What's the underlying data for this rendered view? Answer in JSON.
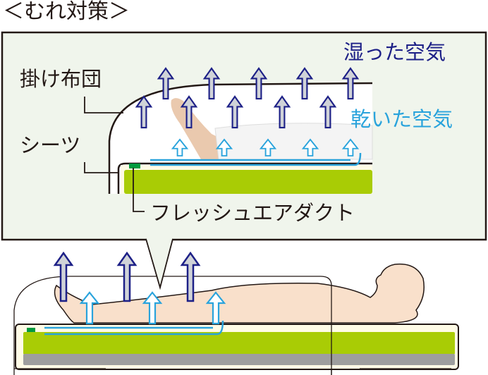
{
  "title": "＜むれ対策＞",
  "labels": {
    "blanket": "掛け布団",
    "sheet": "シーツ",
    "duct": "フレッシュエアダクト",
    "humid_air": "湿った空気",
    "dry_air": "乾いた空気"
  },
  "colors": {
    "humid_air": "#1d2087",
    "dry_air": "#29a3dc",
    "mattress_green": "#a9cc05",
    "duct_green": "#009a3e",
    "callout_bg": "#f0f5ec"
  }
}
